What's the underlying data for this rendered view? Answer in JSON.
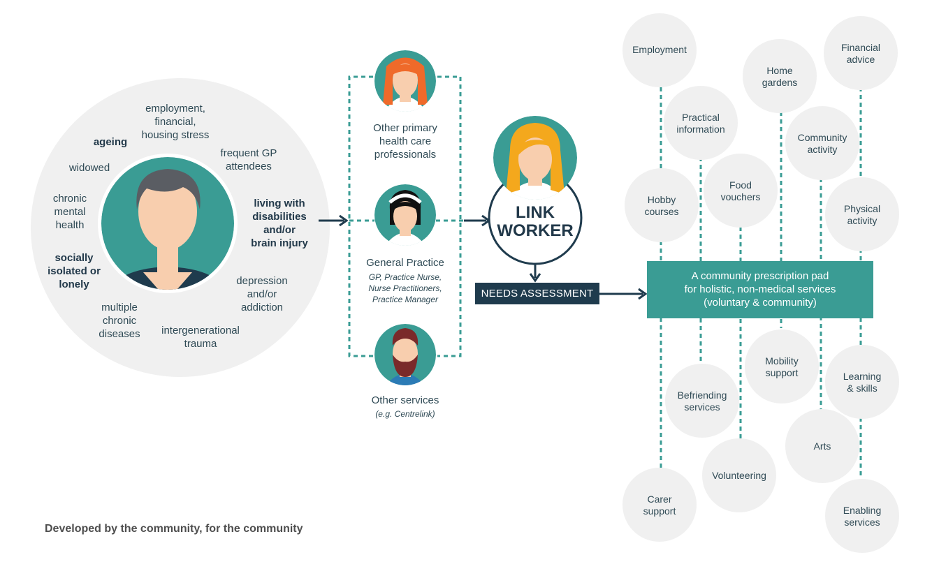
{
  "person_factors": {
    "employment": "employment,\nfinancial,\nhousing stress",
    "ageing": "ageing",
    "frequent_gp": "frequent GP\nattendees",
    "widowed": "widowed",
    "chronic_mental": "chronic\nmental\nhealth",
    "disabilities": "living with\ndisabilities\nand/or\nbrain injury",
    "socially_isolated": "socially\nisolated or\nlonely",
    "depression": "depression\nand/or\naddiction",
    "multiple_chronic": "multiple\nchronic\ndiseases",
    "intergenerational": "intergenerational\ntrauma"
  },
  "referrers": {
    "other_primary": "Other primary\nhealth care\nprofessionals",
    "general_practice": "General Practice",
    "general_practice_sub": "GP, Practice Nurse,\nNurse Practitioners,\nPractice Manager",
    "other_services": "Other services",
    "other_services_sub": "(e.g. Centrelink)"
  },
  "link_worker": "LINK\nWORKER",
  "needs_assessment": "NEEDS ASSESSMENT",
  "prescription_pad": "A community prescription pad\nfor holistic, non-medical services\n(voluntary & community)",
  "services": {
    "employment": "Employment",
    "financial_advice": "Financial\nadvice",
    "home_gardens": "Home\ngardens",
    "practical_information": "Practical\ninformation",
    "community_activity": "Community\nactivity",
    "hobby_courses": "Hobby\ncourses",
    "food_vouchers": "Food\nvouchers",
    "physical_activity": "Physical\nactivity",
    "mobility_support": "Mobility\nsupport",
    "learning_skills": "Learning\n& skills",
    "befriending_services": "Befriending\nservices",
    "arts": "Arts",
    "volunteering": "Volunteering",
    "carer_support": "Carer\nsupport",
    "enabling_services": "Enabling\nservices"
  },
  "footer": "Developed by the community, for the community",
  "colors": {
    "teal": "#3a9c94",
    "teal_dark": "#2e8a83",
    "navy": "#1f3b4d",
    "bubble": "#f0f0f0",
    "skin": "#f8ceae",
    "orange_hair": "#ef6a2a",
    "yellow_hair": "#f4a81d"
  }
}
